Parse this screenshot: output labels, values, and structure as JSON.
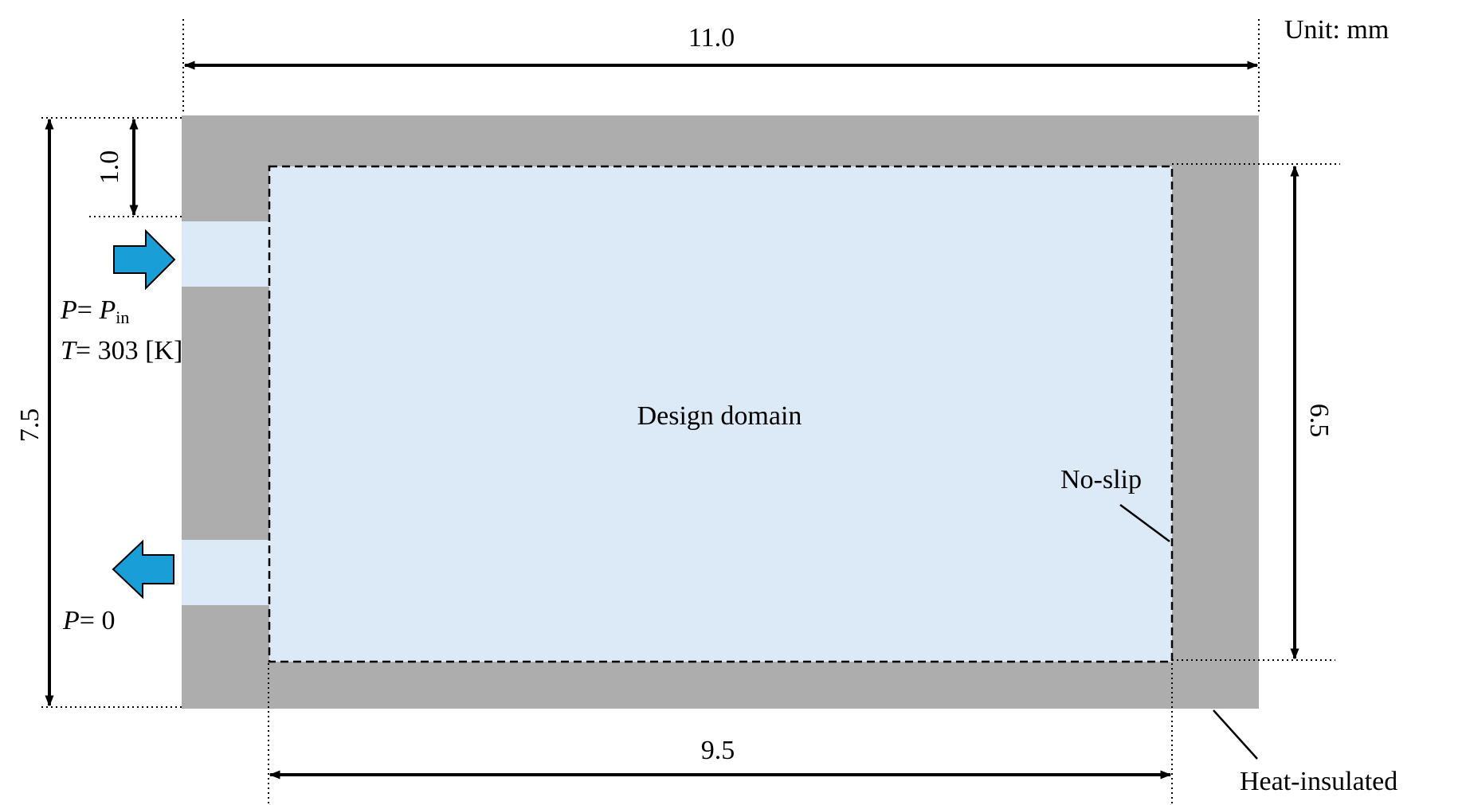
{
  "unit_label": "Unit: mm",
  "dimensions": {
    "total_width": "11.0",
    "total_height": "7.5",
    "inlet_offset": "1.0",
    "domain_width": "9.5",
    "domain_height": "6.5"
  },
  "labels": {
    "design_domain": "Design domain",
    "no_slip": "No-slip",
    "heat_insulated": "Heat-insulated"
  },
  "inlet": {
    "pressure_var": "P",
    "pressure_eq": "= ",
    "pressure_sub": "in",
    "temp_var": "T",
    "temp_value": "= 303 ",
    "temp_unit": "[K]"
  },
  "outlet": {
    "pressure_var": "P",
    "pressure_value": "= 0"
  },
  "colors": {
    "wall": "#adadad",
    "fluid": "#dce9f6",
    "arrow": "#1a9ed8"
  }
}
